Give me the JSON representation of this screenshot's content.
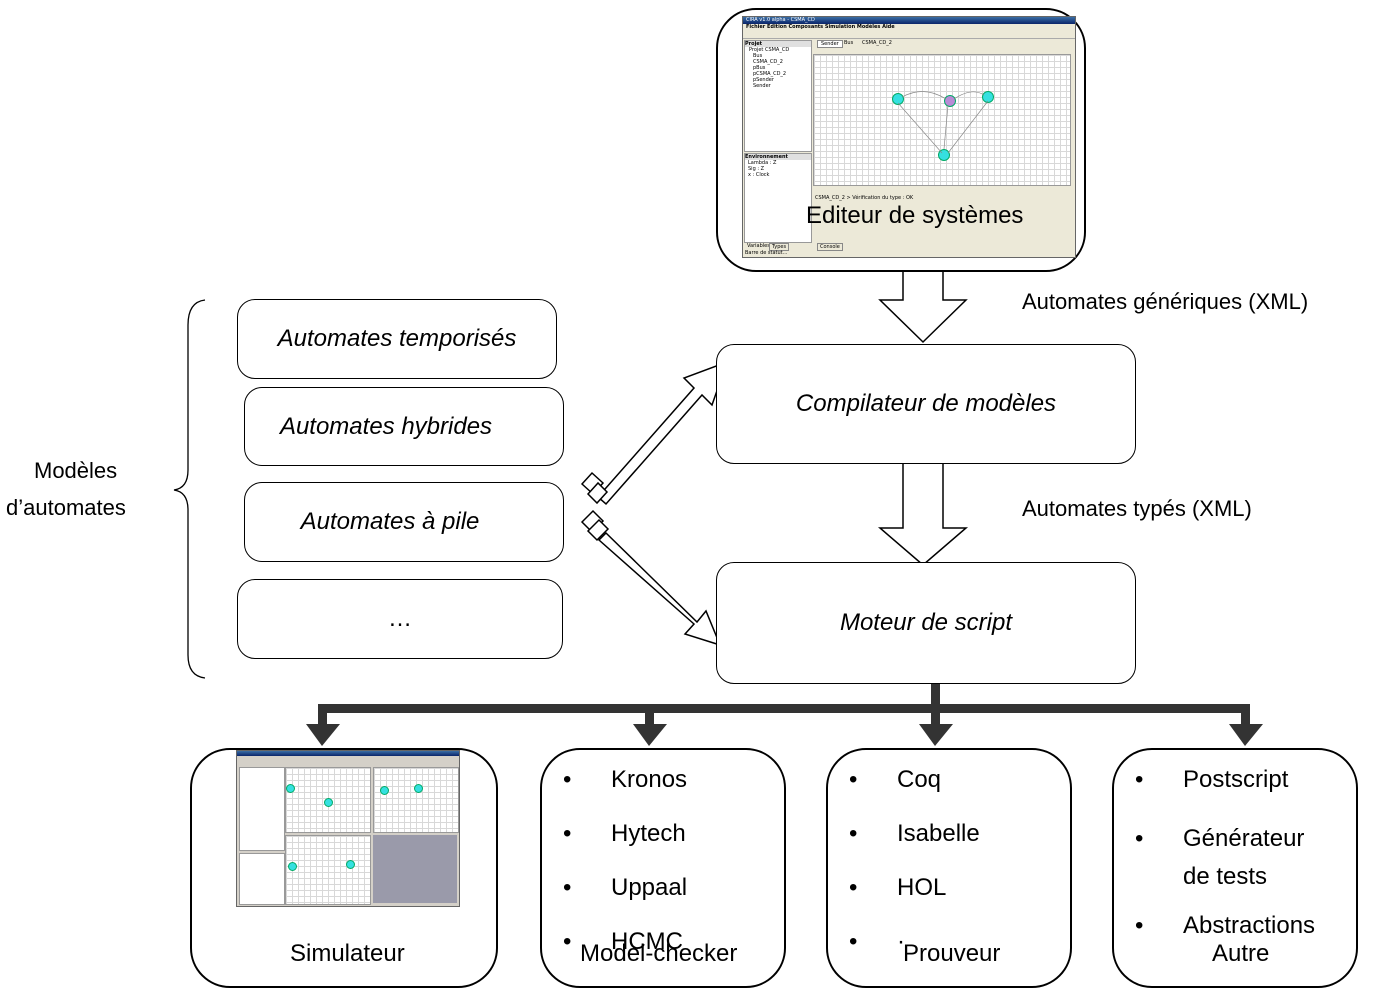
{
  "editor": {
    "label": "Editeur de systèmes",
    "screenshot": {
      "title": "CIRA v1.0 alpha - CSMA_CD",
      "menu": "Fichier  Edition  Composants  Simulation  Modèles  Aide",
      "tabs": [
        "Sender",
        "Bus",
        "CSMA_CD_2"
      ],
      "project_title": "Projet",
      "tree": [
        "Projet CSMA_CD",
        "Bus",
        "CSMA_CD_2",
        "pBus",
        "pCSMA_CD_2",
        "pSender",
        "Sender"
      ],
      "env_title": "Environnement",
      "env_items": [
        "Lambda : Z",
        "Sig : Z",
        "x : Clock"
      ],
      "bottom_tabs": [
        "Variables",
        "Types"
      ],
      "console": "Console",
      "status": "Barre de statut...",
      "verif": "CSMA_CD_2 > Vérification du type : OK"
    }
  },
  "edges": {
    "generic": "Automates génériques (XML)",
    "typed": "Automates typés (XML)"
  },
  "models": {
    "group_label_line1": "Modèles",
    "group_label_line2": "d’automates",
    "items": [
      "Automates temporisés",
      "Automates hybrides",
      "Automates à pile",
      "…"
    ]
  },
  "compiler": {
    "label": "Compilateur de modèles"
  },
  "script_engine": {
    "label": "Moteur de script"
  },
  "outputs": {
    "simulator": {
      "label": "Simulateur"
    },
    "model_checker": {
      "label": "Model-checker",
      "items": [
        "Kronos",
        "Hytech",
        "Uppaal",
        "HCMC"
      ]
    },
    "prover": {
      "label": "Prouveur",
      "items": [
        "Coq",
        "Isabelle",
        "HOL",
        "·"
      ]
    },
    "other": {
      "label": "Autre",
      "items": [
        "Postscript",
        "Générateur de tests",
        "Abstractions"
      ]
    }
  },
  "colors": {
    "stroke": "#000000",
    "connector": "#333333",
    "node": "#35e0e0"
  }
}
